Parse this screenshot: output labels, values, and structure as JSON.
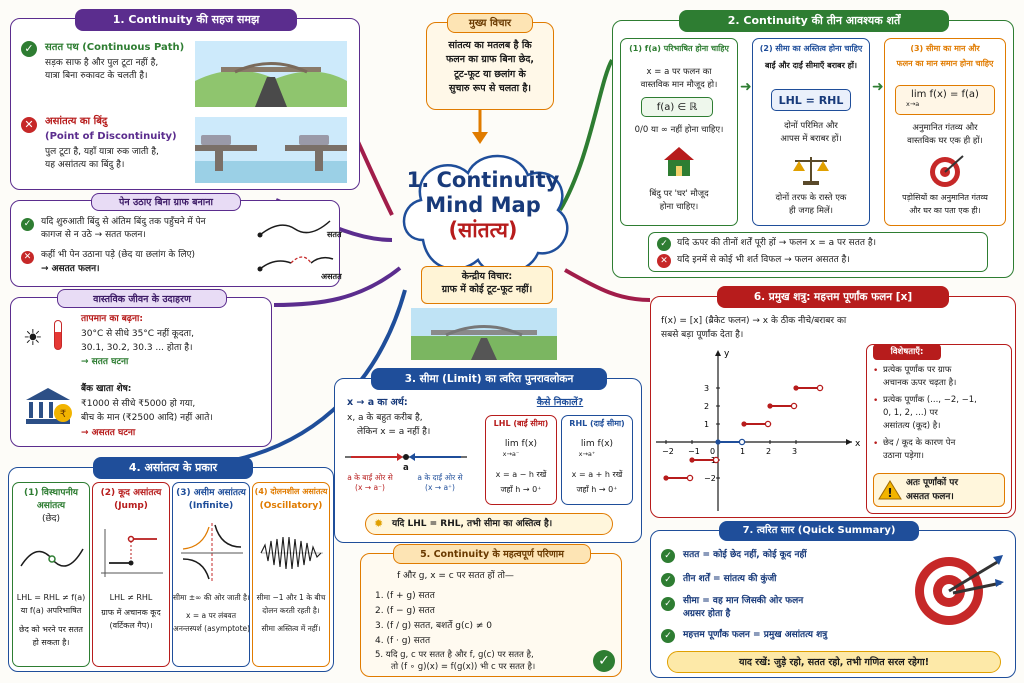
{
  "center": {
    "title_1": "1. Continuity",
    "title_2": "Mind Map",
    "title_3": "(सांतत्य)",
    "core_1": "केन्द्रीय विचार:",
    "core_2": "ग्राफ में कोई टूट-फूट नहीं।"
  },
  "main_idea": {
    "title": "मुख्य विचार",
    "lines": [
      "सांतत्य का मतलब है कि",
      "फलन का ग्राफ बिना छेद,",
      "टूट-फूट या छलांग के",
      "सुचारु रूप से चलता है।"
    ]
  },
  "s1": {
    "title": "1. Continuity की सहज समझ",
    "cont_title": "सतत पथ (Continuous Path)",
    "cont_l1": "सड़क साफ है और पुल टूटा नहीं है,",
    "cont_l2": "यात्रा बिना रुकावट के चलती है।",
    "disc_title_1": "असांतत्य का बिंदु",
    "disc_title_2": "(Point of Discontinuity)",
    "disc_l1": "पुल टूटा है, यहाँ यात्रा रुक जाती है,",
    "disc_l2": "यह असांतत्य का बिंदु है।"
  },
  "pen": {
    "title": "पेन उठाए बिना ग्राफ बनाना",
    "l1": "यदि शुरुआती बिंदु से अंतिम बिंदु तक पहुँचने में पेन",
    "l2": "कागज से न उठे → सतत फलन।",
    "l3": "कहीं भी पेन उठाना पड़े (छेद या छलांग के लिए)",
    "l4": "→ असतत फलन।",
    "lab_cont": "सतत",
    "lab_disc": "असतत"
  },
  "real": {
    "title": "वास्तविक जीवन के उदाहरण",
    "temp_t": "तापमान का बढ़ना:",
    "temp_l1": "30°C से सीधे 35°C नहीं कूदता,",
    "temp_l2": "30.1, 30.2, 30.3 ... होता है।",
    "temp_r": "→ सतत घटना",
    "bank_t": "बैंक खाता शेष:",
    "bank_l1": "₹1000 से सीधे ₹5000 हो गया,",
    "bank_l2": "बीच के मान (₹2500 आदि) नहीं आते।",
    "bank_r": "→ असतत घटना"
  },
  "s4": {
    "title": "4. असांतत्य के प्रकार",
    "cols": [
      {
        "h1": "(1) विस्थापनीय",
        "h2": "असांतत्य",
        "h3": "(छेद)",
        "d1": "LHL = RHL ≠ f(a)",
        "d2": "या f(a) अपरिभाषित",
        "d3": "छेद को भरने पर सतत",
        "d4": "हो सकता है।"
      },
      {
        "h1": "(2) कूद असांतत्य",
        "h2": "(Jump)",
        "h3": "",
        "d1": "LHL ≠ RHL",
        "d2": "ग्राफ में अचानक कूद",
        "d3": "(वर्टिकल गैप)।",
        "d4": ""
      },
      {
        "h1": "(3) असीम असांतत्य",
        "h2": "(Infinite)",
        "h3": "",
        "d1": "सीमा ±∞ की ओर जाती है।",
        "d2": "x = a पर लंबवत",
        "d3": "अनन्तस्पर्श (asymptote)",
        "d4": ""
      },
      {
        "h1": "(4) दोलनशील असांतत्य",
        "h2": "(Oscillatory)",
        "h3": "",
        "d1": "सीमा −1 और 1 के बीच",
        "d2": "दोलन करती रहती है।",
        "d3": "सीमा अस्तित्व में नहीं।",
        "d4": ""
      }
    ]
  },
  "s3": {
    "title": "3. सीमा (Limit) का त्वरित पुनरावलोकन",
    "m_title": "x → a का अर्थ:",
    "m_l1": "x, a के बहुत करीब है,",
    "m_l2": "लेकिन x = a नहीं है।",
    "left_lbl_1": "a के बाईं ओर से",
    "left_lbl_2": "(x → a⁻)",
    "right_lbl_1": "a के दाईं ओर से",
    "right_lbl_2": "(x → a⁺)",
    "a_lbl": "a",
    "how_title": "कैसे निकालें?",
    "lhl_h": "LHL (बाईं सीमा)",
    "rhl_h": "RHL (दाईं सीमा)",
    "lhl_expr": "lim f(x)",
    "lhl_sub": "x→a⁻",
    "rhl_expr": "lim f(x)",
    "rhl_sub": "x→a⁺",
    "lhl_l1": "x = a − h रखें",
    "lhl_l2": "जहाँ h → 0⁺",
    "rhl_l1": "x = a + h रखें",
    "rhl_l2": "जहाँ h → 0⁺",
    "tip": "यदि LHL = RHL, तभी सीमा का अस्तित्व है।"
  },
  "s5": {
    "title": "5. Continuity के महत्वपूर्ण परिणाम",
    "intro": "f और g, x = c पर सतत हों तो—",
    "items": [
      "1.  (f + g)  सतत",
      "2.  (f − g)  सतत",
      "3.  (f / g)  सतत, बशर्ते g(c) ≠ 0",
      "4.  (f · g)  सतत",
      "5.  यदि g, c पर सतत है और f, g(c) पर सतत है,"
    ],
    "item5b": "तो (f ∘ g)(x) = f(g(x)) भी c पर सतत है।"
  },
  "s2": {
    "title": "2. Continuity की तीन आवश्यक शर्तें",
    "c1_h": "(1) f(a) परिभाषित होना चाहिए",
    "c1_l1": "x = a पर फलन का",
    "c1_l2": "वास्तविक मान मौजूद हो।",
    "c1_box": "f(a) ∈ ℝ",
    "c1_l3": "0/0 या ∞ नहीं होना चाहिए।",
    "c1_f1": "बिंदु पर 'घर' मौजूद",
    "c1_f2": "होना चाहिए।",
    "c2_h1": "(2) सीमा का अस्तित्व होना चाहिए",
    "c2_h2": "बाईं और दाईं सीमाएँ बराबर हों।",
    "c2_box": "LHL = RHL",
    "c2_l1": "दोनों परिमित और",
    "c2_l2": "आपस में बराबर हों।",
    "c2_f1": "दोनों तरफ के रास्ते एक",
    "c2_f2": "ही जगह मिलें।",
    "c3_h1": "(3) सीमा का मान और",
    "c3_h2": "फलन का मान समान होना चाहिए",
    "c3_box": "lim f(x) = f(a)",
    "c3_sub": "x→a",
    "c3_l1": "अनुमानित गंतव्य और",
    "c3_l2": "वास्तविक घर एक ही हों।",
    "c3_f1": "पड़ोसियों का अनुमानित गंतव्य",
    "c3_f2": "और घर का पता एक ही।",
    "ok": "यदि ऊपर की तीनों शर्तें पूरी हों → फलन x = a पर सतत है।",
    "fail": "यदि इनमें से कोई भी शर्त विफल → फलन असतत है।"
  },
  "s6": {
    "title": "6. प्रमुख शत्रु: महत्तम पूर्णांक फलन [x]",
    "l1": "f(x) = [x] (ब्रैकेट फलन) → x के ठीक नीचे/बराबर का",
    "l2": "सबसे बड़ा पूर्णांक देता है।",
    "feat_title": "विशेषताएँ:",
    "f1": "प्रत्येक पूर्णांक पर ग्राफ",
    "f1b": "अचानक ऊपर चढ़ता है।",
    "f2": "प्रत्येक पूर्णांक (..., −2, −1,",
    "f2b": "0, 1, 2, ...) पर",
    "f2c": "असांतत्य (कूद) है।",
    "f3": "छेद / कूद के कारण पेन",
    "f3b": "उठाना पड़ेगा।",
    "warn1": "अतः पूर्णांकों पर",
    "warn2": "असतत फलन।",
    "x_ticks": [
      "−2",
      "−1",
      "0",
      "1",
      "2",
      "3"
    ],
    "y_ticks": [
      "3",
      "2",
      "1",
      "−1",
      "−2"
    ],
    "x_lbl": "x",
    "y_lbl": "y"
  },
  "s7": {
    "title": "7. त्वरित सार (Quick Summary)",
    "items": [
      "सतत = कोई छेद नहीं, कोई कूद नहीं",
      "तीन शर्तें = सांतत्य की कुंजी",
      "सीमा = वह मान जिसकी ओर फलन",
      "महत्तम पूर्णांक फलन = प्रमुख असांतत्य शत्रु"
    ],
    "item3b": "अग्रसर होता है",
    "remember": "याद रखें: जुड़े रहो, सतत रहो, तभी गणित सरल रहेगा!"
  },
  "colors": {
    "purple": "#5b2d8e",
    "green": "#2e7d32",
    "blue": "#1f4e9a",
    "red": "#b71c1c",
    "orange": "#e07b00",
    "navy": "#183a7a"
  }
}
